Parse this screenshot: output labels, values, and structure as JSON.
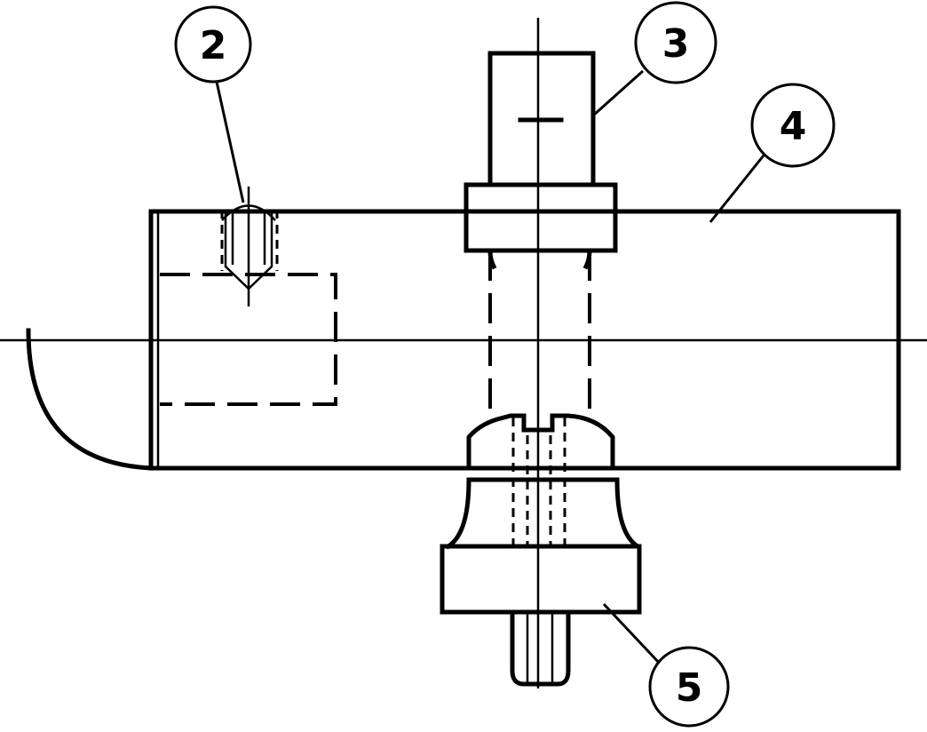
{
  "callouts": [
    {
      "id": "2",
      "label": "2"
    },
    {
      "id": "3",
      "label": "3"
    },
    {
      "id": "4",
      "label": "4"
    },
    {
      "id": "5",
      "label": "5"
    }
  ]
}
